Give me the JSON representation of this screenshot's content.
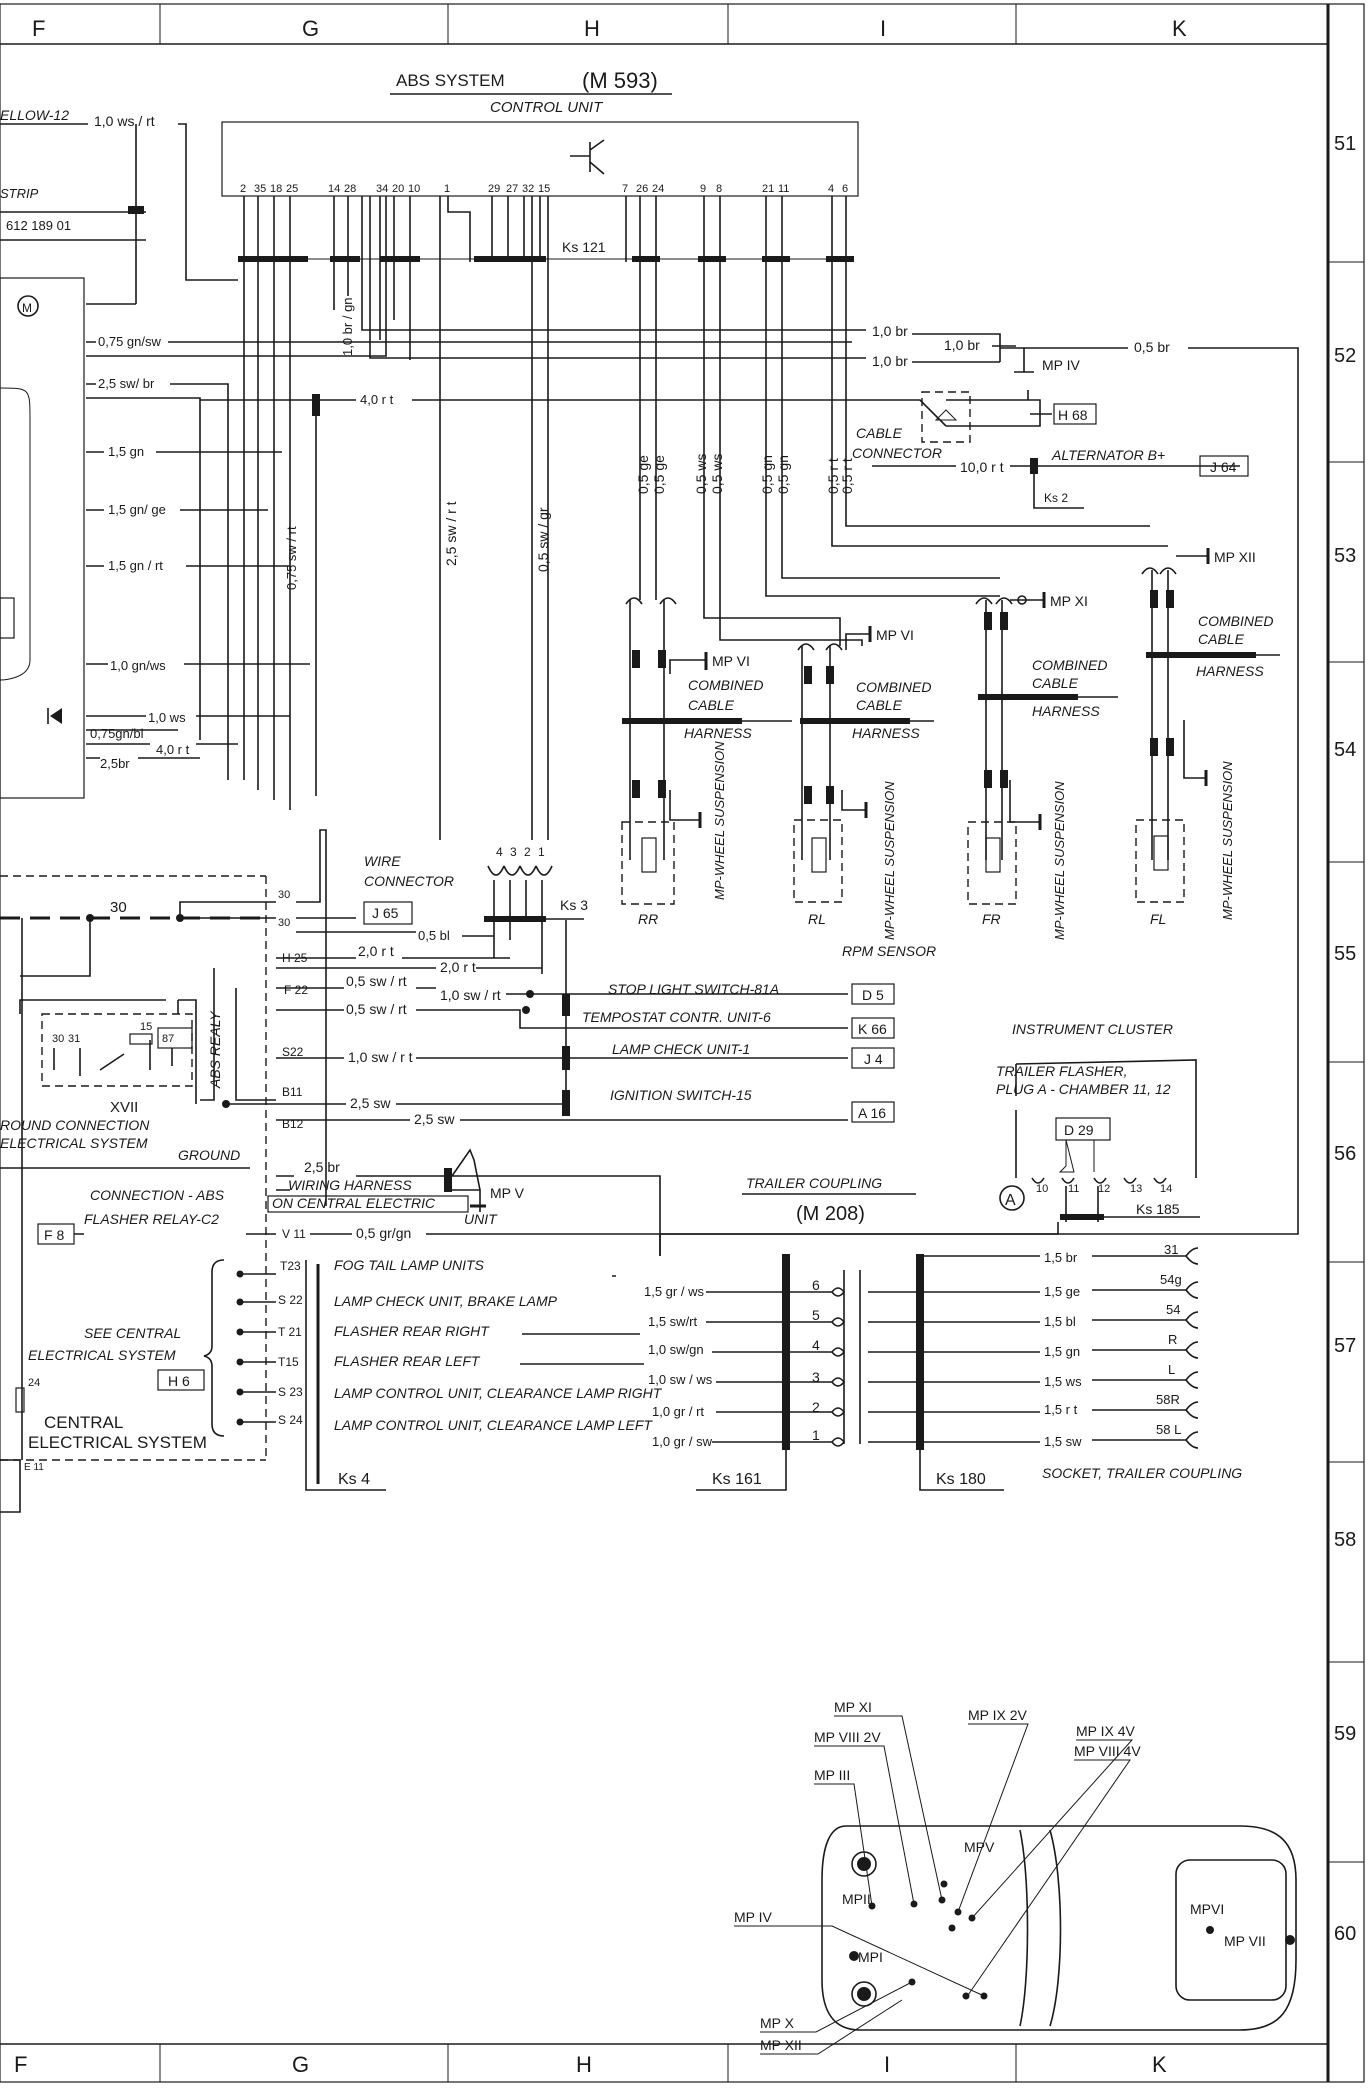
{
  "border": {
    "columns": [
      "F",
      "G",
      "H",
      "I",
      "K"
    ],
    "rows": [
      "51",
      "52",
      "53",
      "54",
      "55",
      "56",
      "57",
      "58",
      "59",
      "60"
    ]
  },
  "abs": {
    "title": "ABS SYSTEM",
    "code": "(M 593)",
    "control_unit": "CONTROL UNIT",
    "pins": [
      "2",
      "35",
      "18",
      "25",
      "14",
      "28",
      "34",
      "20",
      "10",
      "1",
      "29",
      "27",
      "32",
      "15",
      "7",
      "26",
      "24",
      "9",
      "8",
      "21",
      "11",
      "4",
      "6"
    ],
    "harness": "Ks 121"
  },
  "wires": {
    "yellow": "ELLOW-12",
    "ws_rt": "1,0 ws / rt",
    "strip": "STRIP",
    "partno": "612 189 01",
    "br_gn": "1,0 br / gn",
    "br1": "1,0 br",
    "br2": "1,0 br",
    "br3": "1,0 br",
    "br05": "0,5 br",
    "mpiv": "MP IV",
    "gn_sw": "0,75 gn/sw",
    "sw_br": "2,5 sw/ br",
    "rt4": "4,0 r t",
    "h68": "H 68",
    "gn15": "1,5 gn",
    "gn_ge": "1,5 gn/ ge",
    "gn_rt": "1,5 gn / rt",
    "gn_ws": "1,0 gn/ws",
    "ws10": "1,0 ws",
    "gn_bl": "0,75gn/bl",
    "rt40": "4,0 r t",
    "br25": "2,5br",
    "sw_rt_v": "2,5 sw / r t",
    "sw_gr_v": "0,5 sw / gr",
    "sw075_v": "0,75 sw / rt",
    "v_ge1": "0,5 ge",
    "v_ge2": "0,5 ge",
    "v_ws1": "0,5 ws",
    "v_ws2": "0,5 ws",
    "v_gn1": "0,5 gn",
    "v_gn2": "0,5 gn",
    "v_rt1": "0,5 r t",
    "v_rt2": "0,5 r t",
    "cable": "CABLE",
    "connector": "CONNECTOR",
    "alt": "ALTERNATOR B+",
    "rt10": "10,0 r t",
    "j64": "J 64",
    "ks2": "Ks 2"
  },
  "sensors": {
    "mpvi_a": "MP VI",
    "mpvi_b": "MP VI",
    "mpxi": "MP XI",
    "mpxii": "MP XII",
    "combined": "COMBINED",
    "cable": "CABLE",
    "harness": "HARNESS",
    "susp": "MP-WHEEL SUSPENSION",
    "rr": "RR",
    "rl": "RL",
    "fr": "FR",
    "fl": "FL",
    "rpm": "RPM SENSOR"
  },
  "relay": {
    "wire": "WIRE",
    "connector": "CONNECTOR",
    "pins": [
      "4",
      "3",
      "2",
      "1"
    ],
    "ks3": "Ks 3",
    "n30": "30",
    "p30a": "30",
    "p30b": "30",
    "j65": "J 65",
    "bl05": "0,5 bl",
    "h25": "H 25",
    "rt20a": "2,0 r t",
    "rt20b": "2,0 r t",
    "f22": "F 22",
    "sw_rt05a": "0,5 sw / rt",
    "sw_rt10": "1,0 sw / rt",
    "sw_rt05b": "0,5 sw / rt",
    "s22": "S22",
    "sw_rt10b": "1,0 sw / r t",
    "b11": "B11",
    "b12": "B12",
    "sw25a": "2,5 sw",
    "sw25b": "2,5 sw",
    "stop": "STOP LIGHT SWITCH-81A",
    "d5": "D 5",
    "temp": "TEMPOSTAT CONTR. UNIT-6",
    "k66": "K 66",
    "lamp": "LAMP CHECK UNIT-1",
    "j4": "J 4",
    "ign": "IGNITION SWITCH-15",
    "a16": "A 16",
    "abs_realy": "ABS REALY",
    "xvii": "XVII",
    "pins_relay": [
      "30",
      "31",
      "15",
      "87"
    ],
    "ground_conn": "ROUND CONNECTION",
    "elec_sys": "ELECTRICAL SYSTEM",
    "ground": "GROUND",
    "br25": "2,5 br",
    "harn": "WIRING HARNESS",
    "conn_abs": "CONNECTION - ABS",
    "on_central": "ON CENTRAL ELECTRIC",
    "flasher_c2": "FLASHER RELAY-C2",
    "unit": "UNIT",
    "f8": "F 8",
    "v11": "V 11",
    "gr_gn": "0,5 gr/gn",
    "mpv": "MP V"
  },
  "cluster": {
    "title": "INSTRUMENT CLUSTER",
    "tf1": "TRAILER FLASHER,",
    "tf2": "PLUG A - CHAMBER 11, 12",
    "d29": "D 29",
    "a": "A",
    "pins": [
      "10",
      "11",
      "12",
      "13",
      "14"
    ],
    "ks185": "Ks 185"
  },
  "trailer": {
    "title": "TRAILER COUPLING",
    "code": "(M 208)",
    "see1": "SEE CENTRAL",
    "see2": "ELECTRICAL SYSTEM",
    "h6": "H 6",
    "central1": "CENTRAL",
    "central2": "ELECTRICAL SYSTEM",
    "e11": "E 11",
    "n24": "24",
    "ks4": "Ks 4",
    "ks161": "Ks 161",
    "ks180": "Ks 180",
    "socket": "SOCKET, TRAILER COUPLING",
    "rows": [
      {
        "pin": "T23",
        "name": "FOG TAIL LAMP UNITS",
        "wire_in": "",
        "num": "",
        "wire_out": "1,5 br",
        "term": "31"
      },
      {
        "pin": "S 22",
        "name": "LAMP CHECK UNIT, BRAKE LAMP",
        "wire_in": "1,5 gr / ws",
        "num": "6",
        "wire_out": "1,5 ge",
        "term": "54g"
      },
      {
        "pin": "T 21",
        "name": "FLASHER REAR RIGHT",
        "wire_in": "1,5 sw/rt",
        "num": "5",
        "wire_out": "1,5 bl",
        "term": "54"
      },
      {
        "pin": "T15",
        "name": "FLASHER REAR LEFT",
        "wire_in": "1,0 sw/gn",
        "num": "4",
        "wire_out": "1,5 gn",
        "term": "R"
      },
      {
        "pin": "S 23",
        "name": "LAMP CONTROL UNIT, CLEARANCE LAMP RIGHT",
        "wire_in": "1,0 sw / ws",
        "num": "3",
        "wire_out": "1,5 ws",
        "term": "L"
      },
      {
        "pin": "S 24",
        "name": "LAMP CONTROL UNIT, CLEARANCE LAMP LEFT",
        "wire_in": "1,0 gr / rt",
        "num": "2",
        "wire_out": "1,5 r t",
        "term": "58R"
      },
      {
        "pin": "",
        "name": "",
        "wire_in": "1,0 gr / sw",
        "num": "1",
        "wire_out": "1,5 sw",
        "term": "58 L"
      }
    ]
  },
  "car": {
    "mpxi": "MP XI",
    "mpviii2v": "MP VIII 2V",
    "mpix2v": "MP IX 2V",
    "mpix4v": "MP IX 4V",
    "mpviii4v": "MP VIII 4V",
    "mpiii": "MP III",
    "mpv": "MPV",
    "mpii": "MPII",
    "mpiv": "MP IV",
    "mpi": "MPI",
    "mpx": "MP X",
    "mpxii": "MP XII",
    "mpvi": "MPVI",
    "mpvii": "MP VII"
  }
}
